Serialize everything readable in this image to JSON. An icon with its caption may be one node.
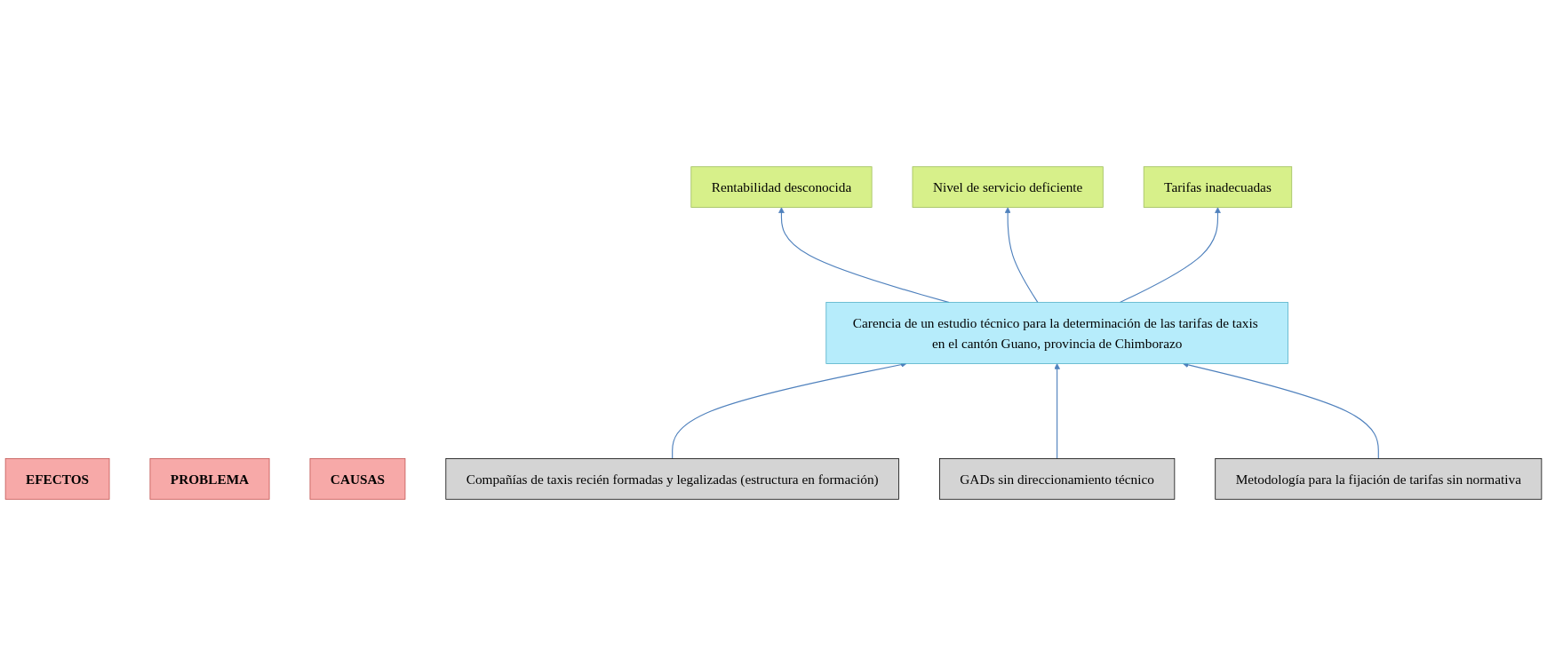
{
  "diagram": {
    "nodes": [
      {
        "text": [
          "EFECTOS"
        ]
      },
      {
        "text": [
          "Rentabilidad desconocida"
        ]
      },
      {
        "text": [
          "Nivel de servicio deficiente"
        ]
      },
      {
        "text": [
          "Tarifas inadecuadas"
        ]
      },
      {
        "text": [
          "PROBLEMA"
        ]
      },
      {
        "text": [
          "Carencia de un estudio técnico para la determinación de las tarifas de taxis en el cantón Guano, provincia de Chimborazo"
        ]
      },
      {
        "text": [
          "CAUSAS"
        ]
      },
      {
        "text": [
          "Compañías de taxis recién formadas y legalizadas (estructura en formación)"
        ]
      },
      {
        "text": [
          "GADs sin direccionamiento técnico"
        ]
      },
      {
        "text": [
          "Metodología para la fijación de tarifas sin normativa"
        ]
      }
    ],
    "edges": [
      {
        "from": 5,
        "to": 1,
        "arrow": "to"
      },
      {
        "from": 5,
        "to": 2,
        "arrow": "to"
      },
      {
        "from": 5,
        "to": 3,
        "arrow": "to"
      },
      {
        "from": 7,
        "to": 5,
        "arrow": "to"
      },
      {
        "from": 8,
        "to": 5,
        "arrow": "to"
      },
      {
        "from": 9,
        "to": 5,
        "arrow": "to"
      }
    ]
  }
}
